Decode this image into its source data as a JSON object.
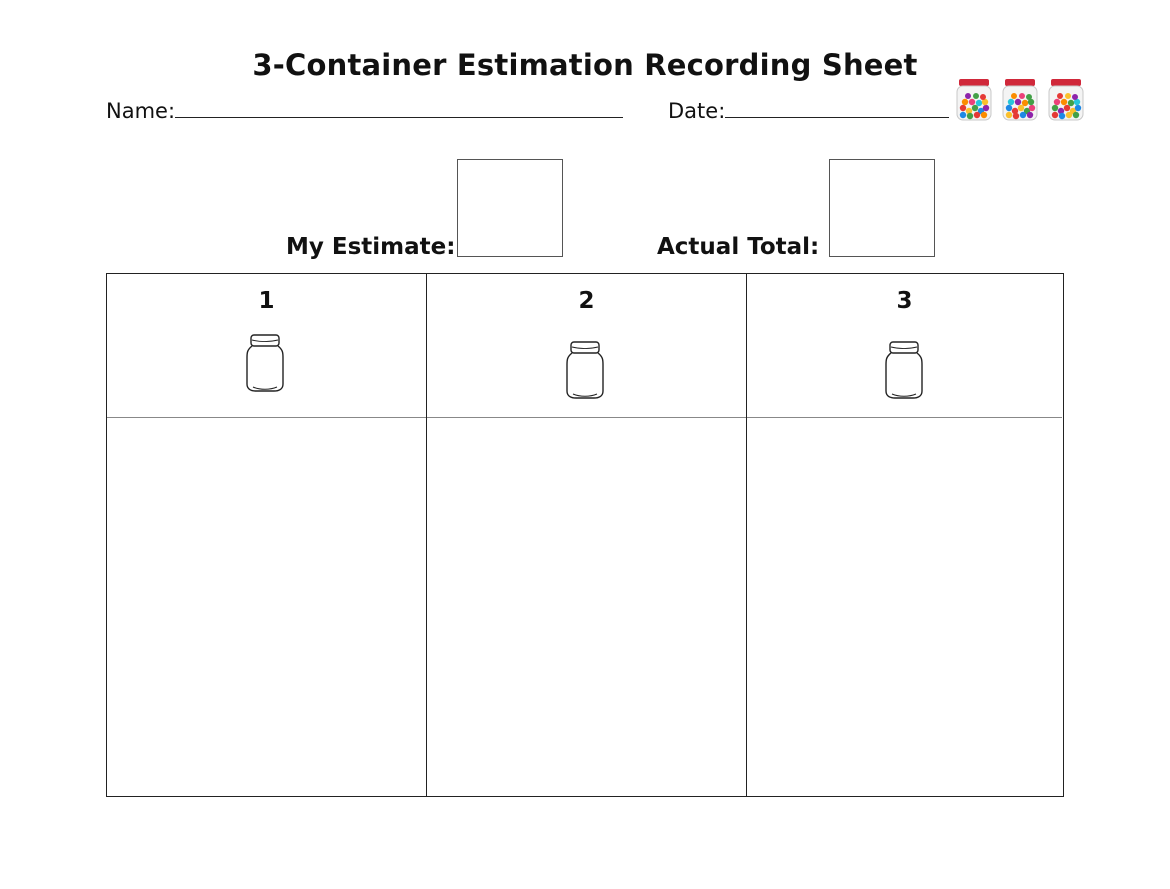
{
  "sheet": {
    "title": "3-Container Estimation Recording Sheet",
    "name_label": "Name:",
    "date_label": "Date:",
    "estimate_label": "My Estimate:",
    "actual_label": "Actual Total:"
  },
  "columns": [
    {
      "number": "1",
      "icon": "empty-jar-icon"
    },
    {
      "number": "2",
      "icon": "empty-jar-icon"
    },
    {
      "number": "3",
      "icon": "empty-jar-icon"
    }
  ],
  "decoration": {
    "icon": "candy-jar-icon",
    "count": 3,
    "lid_color": "#d0283a",
    "candy_colors": [
      "#e53935",
      "#fbc02d",
      "#43a047",
      "#1e88e5",
      "#8e24aa",
      "#fb8c00",
      "#ec407a",
      "#26c6da"
    ]
  }
}
